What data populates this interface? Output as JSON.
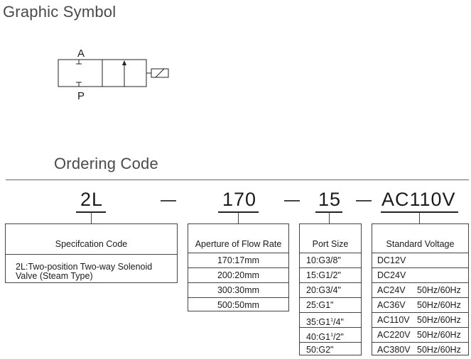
{
  "graphic_symbol": {
    "title": "Graphic Symbol",
    "port_a": "A",
    "port_p": "P"
  },
  "ordering_code": {
    "title": "Ordering Code",
    "codes": [
      "2L",
      "170",
      "15",
      "AC110V"
    ],
    "specification": {
      "header": "Specifcation Code",
      "lines": [
        "2L:Two-position Two-way Solenoid",
        "Valve (Steam Type)"
      ]
    },
    "aperture": {
      "header": "Aperture of Flow Rate",
      "rows": [
        "170:17mm",
        "200:20mm",
        "300:30mm",
        "500:50mm"
      ]
    },
    "port_size": {
      "header": "Port Size",
      "rows": [
        {
          "pre": "10:G3/8\"",
          "sup": "",
          "post": ""
        },
        {
          "pre": "15:G1/2\"",
          "sup": "",
          "post": ""
        },
        {
          "pre": "20:G3/4\"",
          "sup": "",
          "post": ""
        },
        {
          "pre": "25:G1\"",
          "sup": "",
          "post": ""
        },
        {
          "pre": "35:G1",
          "sup": "1",
          "post": "/4\""
        },
        {
          "pre": "40:G1",
          "sup": "1",
          "post": "/2\""
        },
        {
          "pre": "50:G2\"",
          "sup": "",
          "post": ""
        }
      ]
    },
    "voltage": {
      "header": "Standard Voltage",
      "rows": [
        {
          "v": "DC12V",
          "f": ""
        },
        {
          "v": "DC24V",
          "f": ""
        },
        {
          "v": "AC24V",
          "f": "50Hz/60Hz"
        },
        {
          "v": "AC36V",
          "f": "50Hz/60Hz"
        },
        {
          "v": "AC110V",
          "f": "50Hz/60Hz"
        },
        {
          "v": "AC220V",
          "f": "50Hz/60Hz"
        },
        {
          "v": "AC380V",
          "f": "50Hz/60Hz"
        }
      ]
    }
  }
}
